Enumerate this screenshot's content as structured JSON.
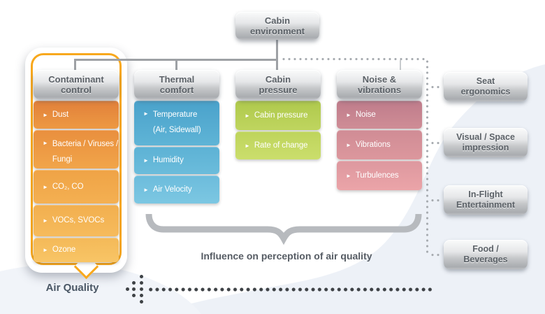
{
  "colors": {
    "bubble_accent_orange": "#f8a81d",
    "column_orange": "#ec9a41",
    "column_blue": "#5fb3d6",
    "column_green": "#bcd35b",
    "column_pink": "#d58f98",
    "gray_box_text": "#5b6167",
    "connector_gray": "#9ea1a5",
    "dark_dot": "#3e4246"
  },
  "bullet_icon": "►",
  "top_box": {
    "label": "Cabin\nenvironment"
  },
  "columns": [
    {
      "title": "Contaminant\ncontrol",
      "items": [
        {
          "label": "Dust"
        },
        {
          "label": "Bacteria / Viruses /\nFungi"
        },
        {
          "label": "CO₂, CO"
        },
        {
          "label": "VOCs, SVOCs"
        },
        {
          "label": "Ozone"
        }
      ]
    },
    {
      "title": "Thermal\ncomfort",
      "items": [
        {
          "label": "Temperature\n(Air, Sidewall)"
        },
        {
          "label": "Humidity"
        },
        {
          "label": "Air Velocity"
        }
      ]
    },
    {
      "title": "Cabin\npressure",
      "items": [
        {
          "label": "Cabin pressure"
        },
        {
          "label": "Rate of change"
        }
      ]
    },
    {
      "title": "Noise &\nvibrations",
      "items": [
        {
          "label": "Noise"
        },
        {
          "label": "Vibrations"
        },
        {
          "label": "Turbulences"
        }
      ]
    }
  ],
  "right_boxes": [
    {
      "label": "Seat\nergonomics"
    },
    {
      "label": "Visual / Space\nimpression"
    },
    {
      "label": "In-Flight\nEntertainment"
    },
    {
      "label": "Food /\nBeverages"
    }
  ],
  "brace_caption": "Influence on perception of air quality",
  "air_quality_label": "Air Quality"
}
